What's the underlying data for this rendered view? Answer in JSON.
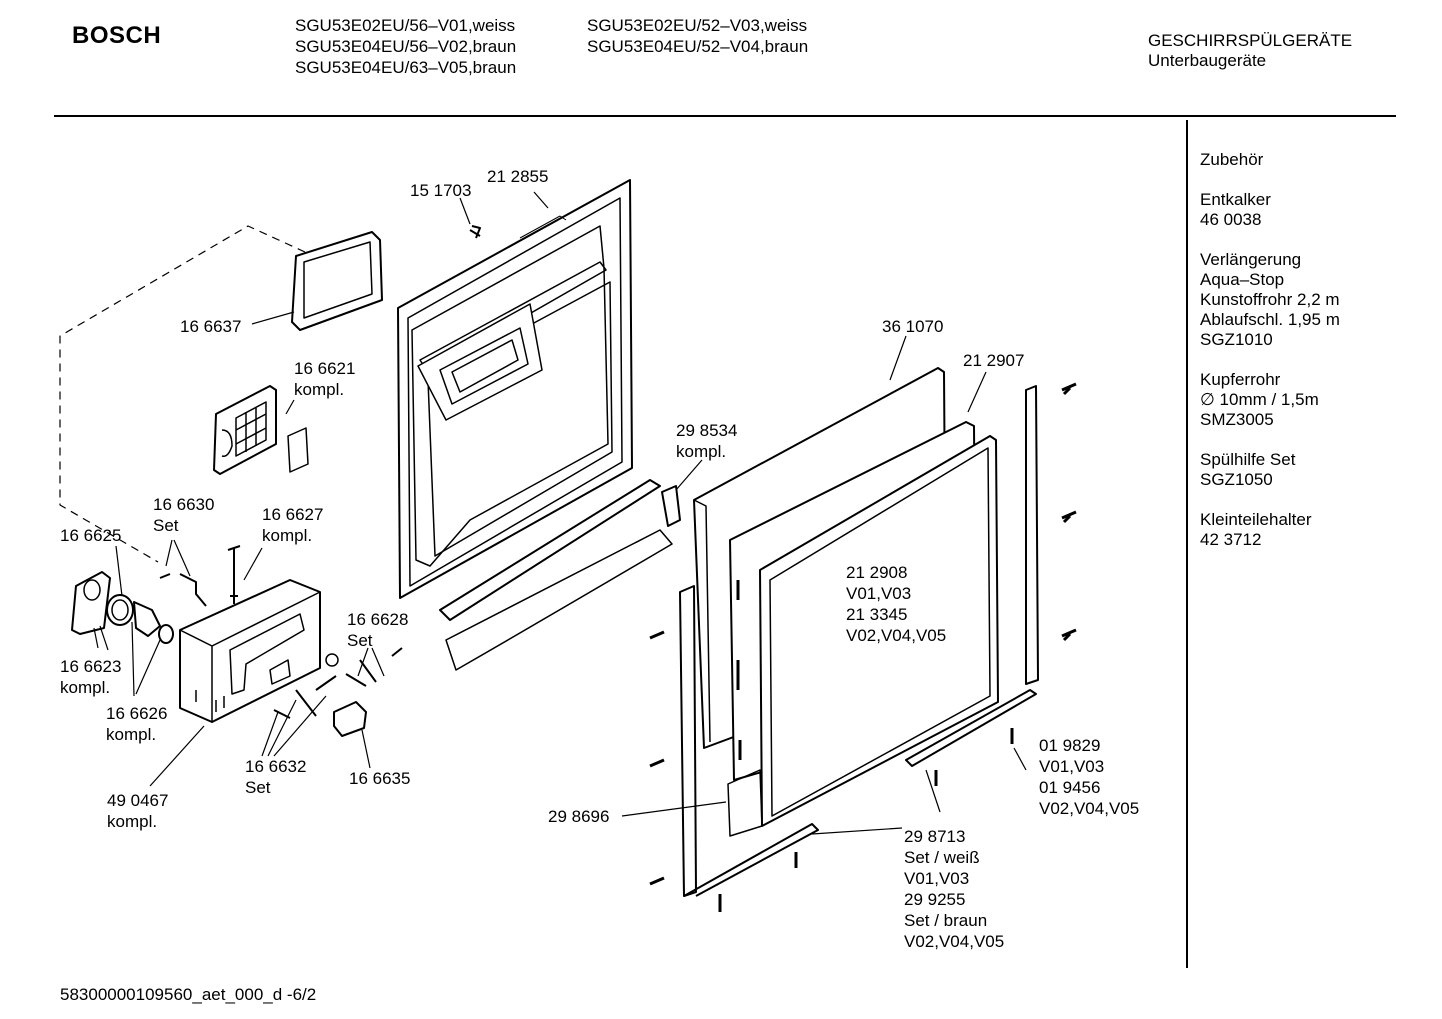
{
  "header": {
    "brand": "BOSCH",
    "models_col1": [
      "SGU53E02EU/56–V01,weiss",
      "SGU53E04EU/56–V02,braun",
      "SGU53E04EU/63–V05,braun"
    ],
    "models_col2": [
      "SGU53E02EU/52–V03,weiss",
      "SGU53E04EU/52–V04,braun"
    ],
    "category": [
      "GESCHIRRSPÜLGERÄTE",
      "Unterbaugeräte"
    ]
  },
  "accessories": {
    "groups": [
      [
        "Zubehör"
      ],
      [
        "Entkalker",
        "46 0038"
      ],
      [
        "Verlängerung",
        "Aqua–Stop",
        "Kunstoffrohr 2,2 m",
        "Ablaufschl. 1,95 m",
        "SGZ1010"
      ],
      [
        "Kupferrohr",
        "∅ 10mm / 1,5m",
        "SMZ3005"
      ],
      [
        "Spülhilfe Set",
        "SGZ1050"
      ],
      [
        "Kleinteilehalter",
        "42 3712"
      ]
    ]
  },
  "parts": [
    {
      "id": "p151703",
      "lines": [
        "15 1703"
      ]
    },
    {
      "id": "p212855",
      "lines": [
        "21 2855"
      ]
    },
    {
      "id": "p166637",
      "lines": [
        "16 6637"
      ]
    },
    {
      "id": "p166621",
      "lines": [
        "16 6621",
        "kompl."
      ]
    },
    {
      "id": "p361070",
      "lines": [
        "36 1070"
      ]
    },
    {
      "id": "p212907",
      "lines": [
        "21 2907"
      ]
    },
    {
      "id": "p298534",
      "lines": [
        "29 8534",
        "kompl."
      ]
    },
    {
      "id": "p166630",
      "lines": [
        "16 6630",
        "Set"
      ]
    },
    {
      "id": "p166627",
      "lines": [
        "16 6627",
        "kompl."
      ]
    },
    {
      "id": "p166625",
      "lines": [
        "16 6625"
      ]
    },
    {
      "id": "p212908",
      "lines": [
        "21 2908",
        "V01,V03",
        "21 3345",
        "V02,V04,V05"
      ]
    },
    {
      "id": "p166628",
      "lines": [
        "16 6628",
        "Set"
      ]
    },
    {
      "id": "p166623",
      "lines": [
        "16 6623",
        "kompl."
      ]
    },
    {
      "id": "p166626",
      "lines": [
        "16 6626",
        "kompl."
      ]
    },
    {
      "id": "p166632",
      "lines": [
        "16 6632",
        "Set"
      ]
    },
    {
      "id": "p166635",
      "lines": [
        "16 6635"
      ]
    },
    {
      "id": "p490467",
      "lines": [
        "49 0467",
        "kompl."
      ]
    },
    {
      "id": "p298696",
      "lines": [
        "29 8696"
      ]
    },
    {
      "id": "p019829",
      "lines": [
        "01 9829",
        "V01,V03",
        "01 9456",
        "V02,V04,V05"
      ]
    },
    {
      "id": "p298713",
      "lines": [
        "29 8713",
        "Set / weiß",
        "V01,V03",
        "29 9255",
        "Set / braun",
        "V02,V04,V05"
      ]
    }
  ],
  "footer": "58300000109560_aet_000_d   -6/2"
}
